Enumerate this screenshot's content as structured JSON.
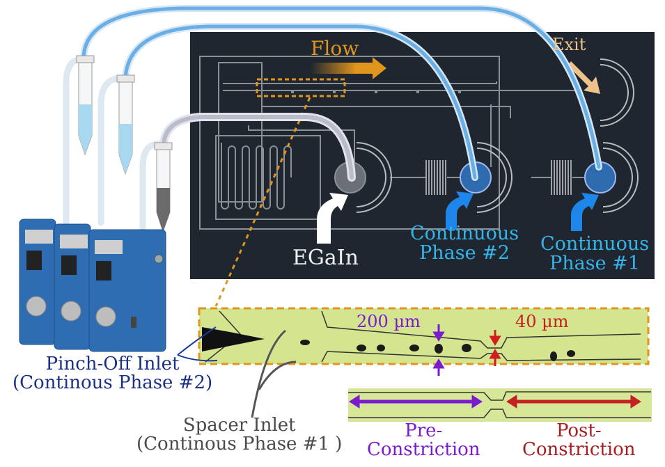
{
  "figure": {
    "type": "microfluidic setup schematic",
    "colors": {
      "panel_bg": "#1f2630",
      "flow_orange": "#e0951c",
      "exit_tan": "#eec08a",
      "continuous_blue": "#35b4ea",
      "egain_white": "#eef0f2",
      "pinch_navy": "#1a2f86",
      "spacer_gray": "#4a4a4a",
      "pre_purple": "#7a1bd0",
      "post_red": "#a71e22",
      "tube_blue": "#6aaee6",
      "pump_blue": "#2f6db3"
    }
  },
  "chip": {
    "flow_label": "Flow",
    "exit_label": "Exit",
    "egain_label": "EGaIn",
    "cp2_line1": "Continuous",
    "cp2_line2": "Phase #2",
    "cp1_line1": "Continuous",
    "cp1_line2": "Phase #1"
  },
  "micrograph": {
    "width_pre": "200 µm",
    "width_constriction": "40 µm"
  },
  "inlets": {
    "pinch_line1": "Pinch-Off Inlet",
    "pinch_line2": "(Continous Phase #2)",
    "spacer_line1": "Spacer Inlet",
    "spacer_line2": "(Continous Phase #1 )"
  },
  "regions": {
    "pre_line1": "Pre-",
    "pre_line2": "Constriction",
    "post_line1": "Post-",
    "post_line2": "Constriction"
  },
  "pumps": {
    "count": 3
  },
  "tubes": [
    {
      "name": "continuous-phase-1-reservoir",
      "fill": "#a8d8f0"
    },
    {
      "name": "continuous-phase-2-reservoir",
      "fill": "#a8d8f0"
    },
    {
      "name": "egain-reservoir",
      "fill": "#6b6b6b"
    }
  ]
}
